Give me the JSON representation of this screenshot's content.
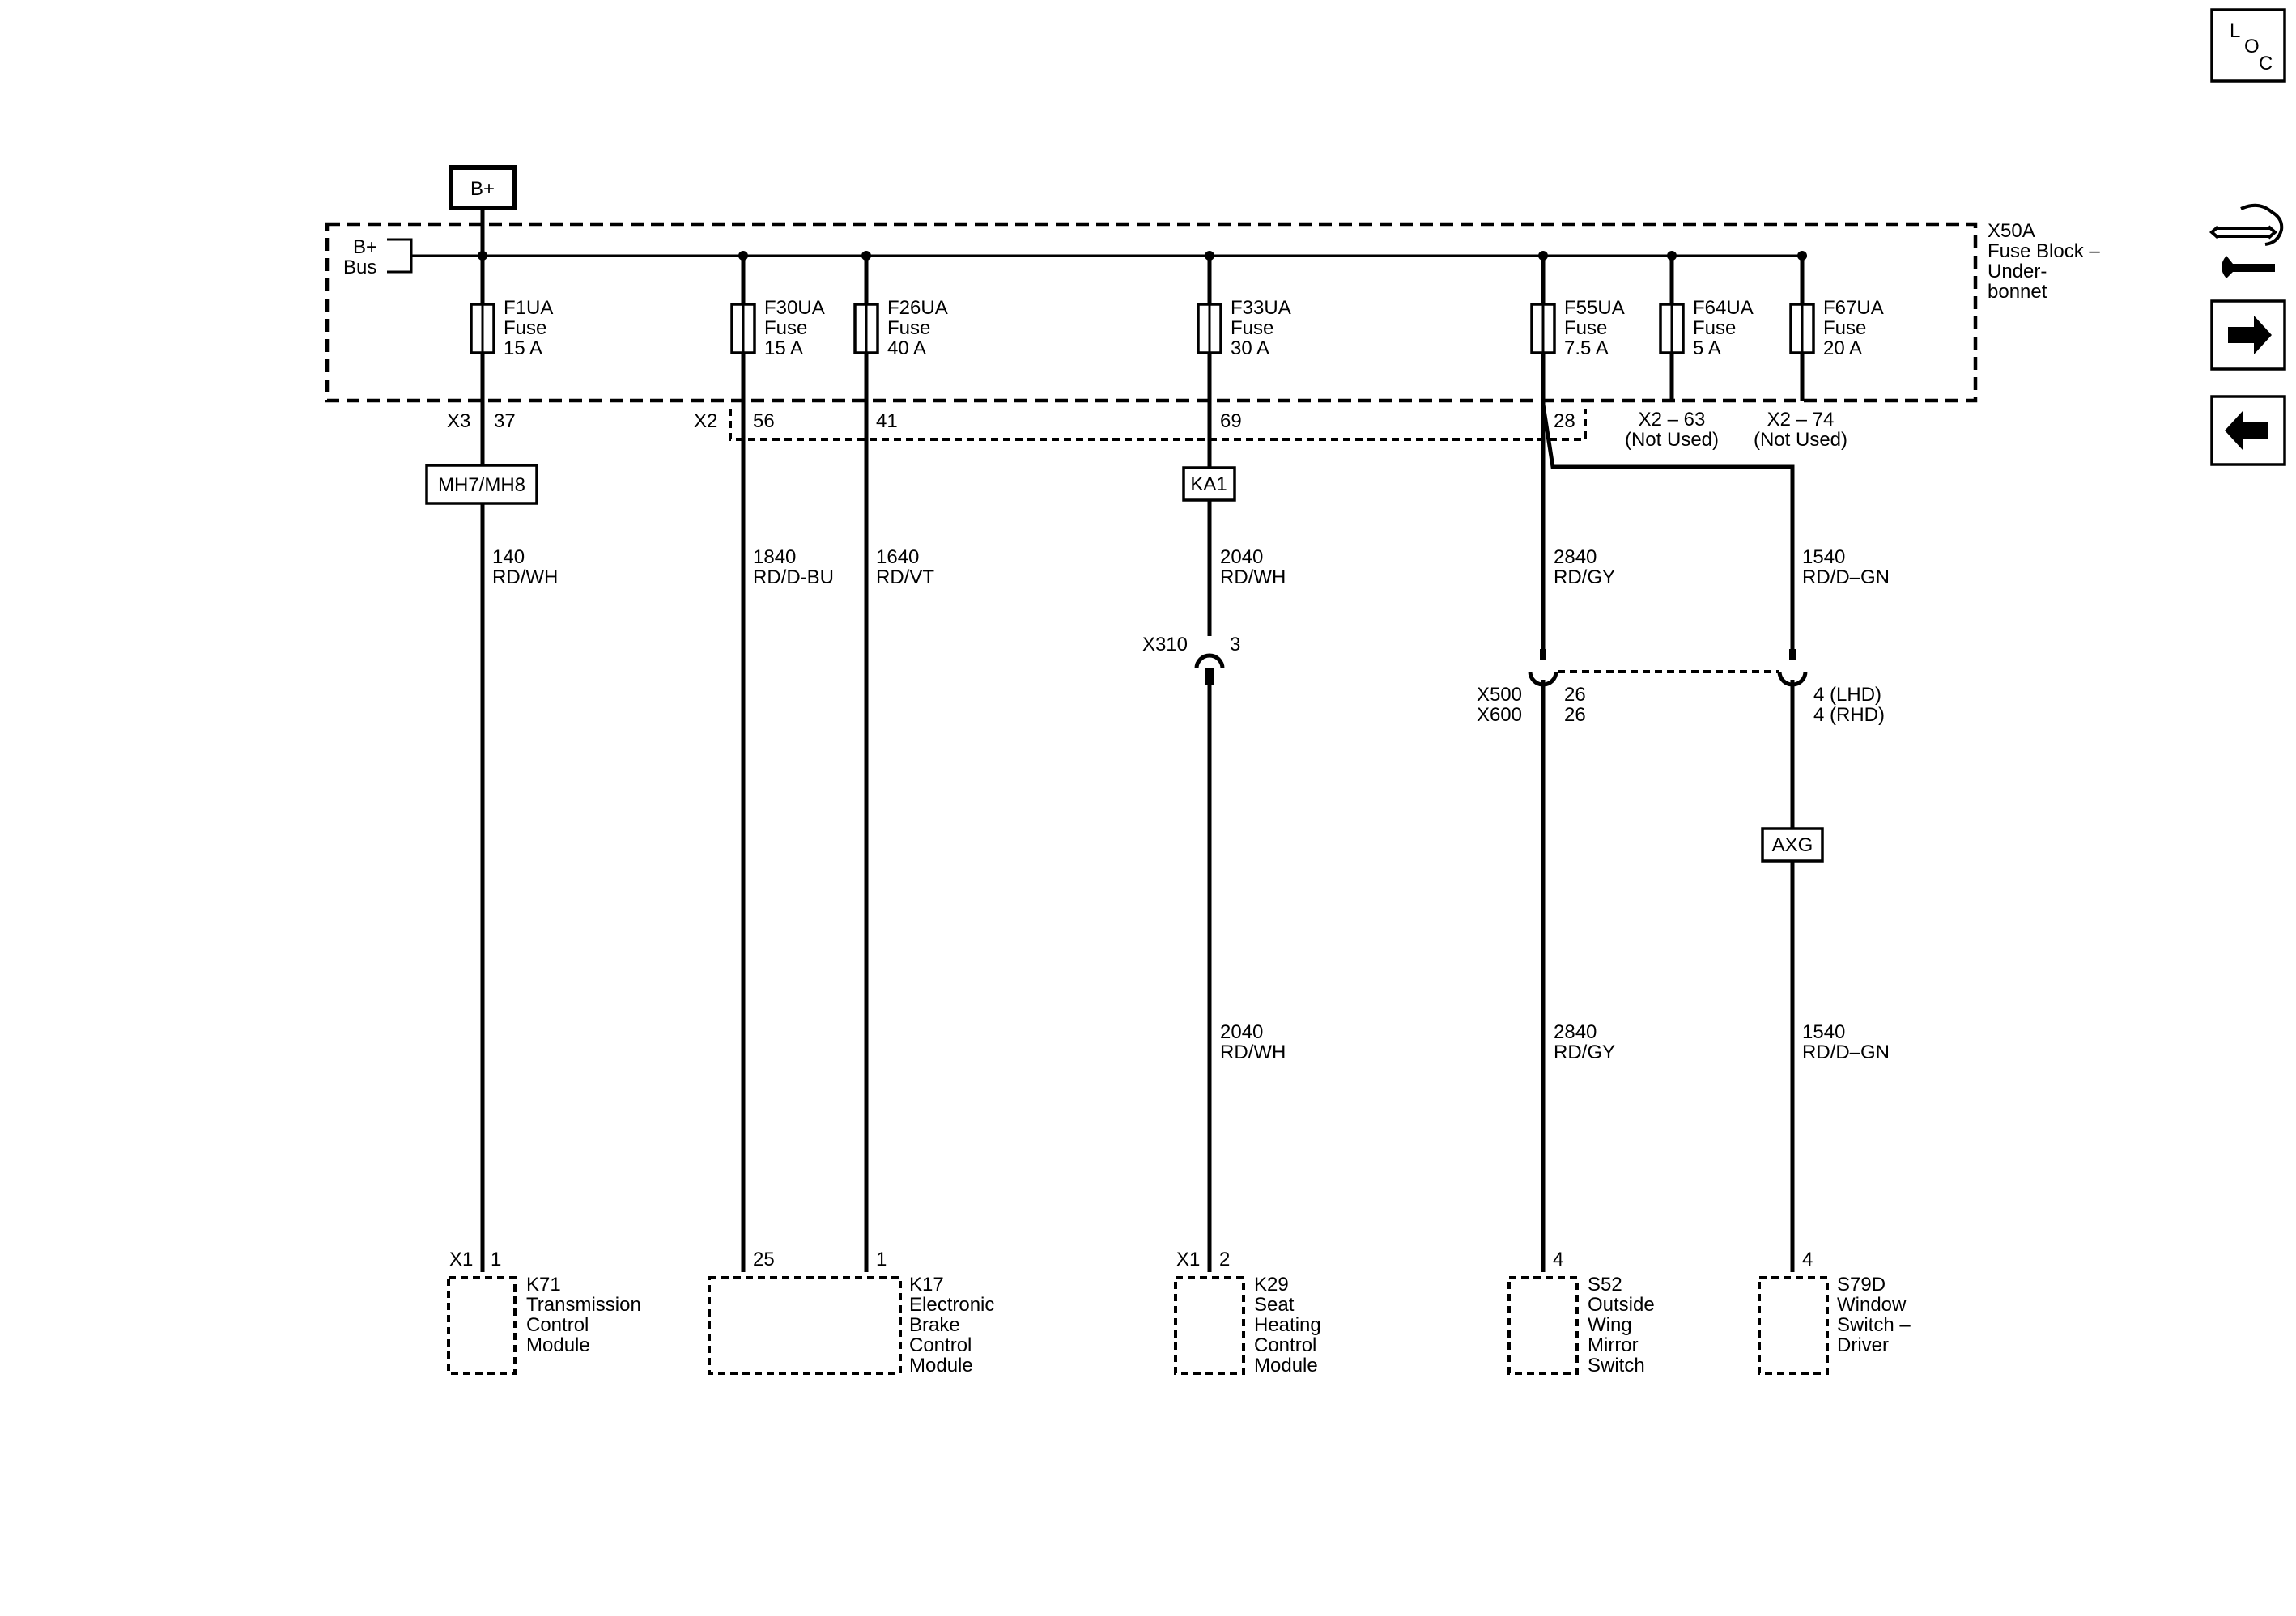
{
  "supply": {
    "label": "B+"
  },
  "fuse_block": {
    "bus_label_1": "B+",
    "bus_label_2": "Bus",
    "title": [
      "X50A",
      "Fuse Block –",
      "Under-",
      "bonnet"
    ]
  },
  "fuses": [
    {
      "name": "F1UA",
      "type": "Fuse",
      "rating": "15 A"
    },
    {
      "name": "F30UA",
      "type": "Fuse",
      "rating": "15 A"
    },
    {
      "name": "F26UA",
      "type": "Fuse",
      "rating": "40 A"
    },
    {
      "name": "F33UA",
      "type": "Fuse",
      "rating": "30 A"
    },
    {
      "name": "F55UA",
      "type": "Fuse",
      "rating": "7.5 A"
    },
    {
      "name": "F64UA",
      "type": "Fuse",
      "rating": "5 A"
    },
    {
      "name": "F67UA",
      "type": "Fuse",
      "rating": "20 A"
    }
  ],
  "block_connectors": {
    "x3": "X3",
    "x3_pin": "37",
    "x2": "X2",
    "x2_pins": [
      "56",
      "41",
      "69",
      "28"
    ],
    "x2_63": "X2 – 63",
    "x2_74": "X2 – 74",
    "not_used": "(Not Used)"
  },
  "option_codes": {
    "mh": "MH7/MH8",
    "ka1": "KA1",
    "axg": "AXG"
  },
  "wires": {
    "c140": {
      "circuit": "140",
      "color": "RD/WH"
    },
    "c1840": {
      "circuit": "1840",
      "color": "RD/D-BU"
    },
    "c1640": {
      "circuit": "1640",
      "color": "RD/VT"
    },
    "c2040": {
      "circuit": "2040",
      "color": "RD/WH"
    },
    "c2840": {
      "circuit": "2840",
      "color": "RD/GY"
    },
    "c1540": {
      "circuit": "1540",
      "color": "RD/D–GN"
    }
  },
  "inline_connectors": {
    "x310": "X310",
    "x310_pin": "3",
    "x500": "X500",
    "x600": "X600",
    "x500_pin": "26",
    "x600_pin": "26",
    "lhd_pin": "4 (LHD)",
    "rhd_pin": "4 (RHD)"
  },
  "components": {
    "k71": {
      "conn": "X1",
      "pin": "1",
      "lines": [
        "K71",
        "Transmission",
        "Control",
        "Module"
      ]
    },
    "k17": {
      "pin_a": "25",
      "pin_b": "1",
      "lines": [
        "K17",
        "Electronic",
        "Brake",
        "Control",
        "Module"
      ]
    },
    "k29": {
      "conn": "X1",
      "pin": "2",
      "lines": [
        "K29",
        "Seat",
        "Heating",
        "Control",
        "Module"
      ]
    },
    "s52": {
      "pin": "4",
      "lines": [
        "S52",
        "Outside",
        "Wing",
        "Mirror",
        "Switch"
      ]
    },
    "s79d": {
      "pin": "4",
      "lines": [
        "S79D",
        "Window",
        "Switch –",
        "Driver"
      ]
    }
  },
  "navigation": {
    "loc_letters": [
      "L",
      "O",
      "C"
    ],
    "icons": [
      "connector-wrench-icon",
      "arrow-right-icon",
      "arrow-left-icon"
    ]
  }
}
